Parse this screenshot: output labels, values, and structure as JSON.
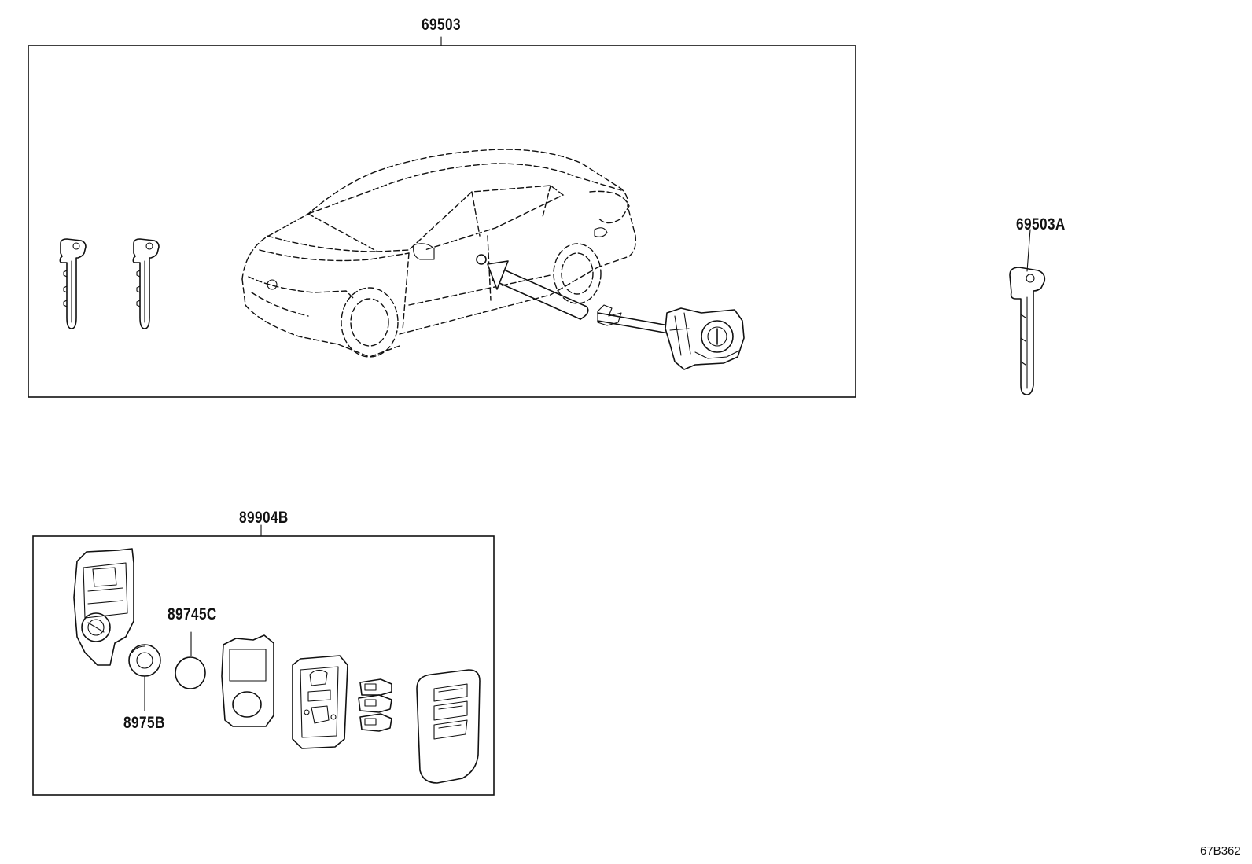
{
  "diagram": {
    "id_code": "67B362",
    "callouts": {
      "lock_cylinder_set": "69503",
      "key_blank": "69503A",
      "transmitter_housing": "89904B",
      "battery": "89745C",
      "cap": "8975B"
    }
  }
}
